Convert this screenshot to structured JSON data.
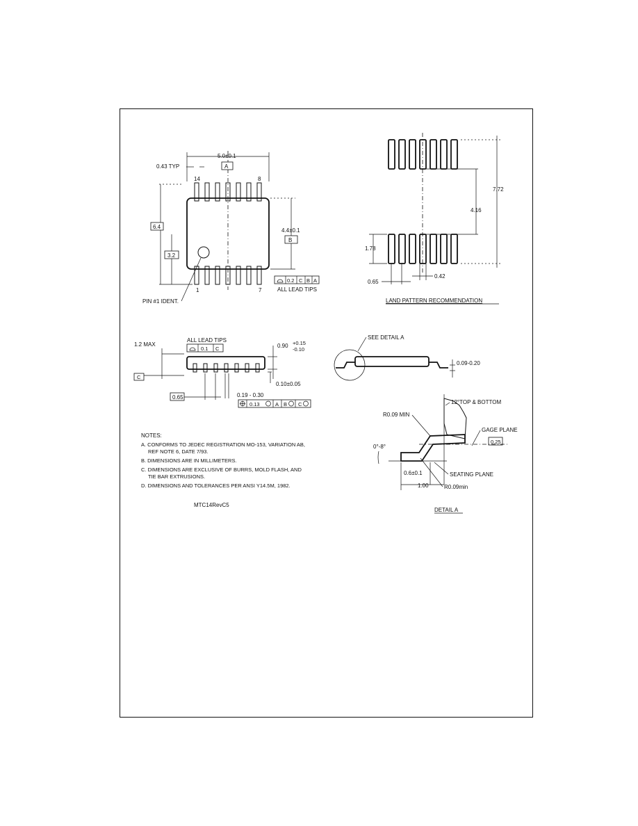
{
  "top_view": {
    "width_dim": "5.0±0.1",
    "datum_a": "A",
    "lead_width": "0.43 TYP",
    "pin_14": "14",
    "pin_8": "8",
    "pin_1": "1",
    "pin_7": "7",
    "overall_width": "6.4",
    "half_width": "3.2",
    "body_width": "4.4±0.1",
    "datum_b": "B",
    "flatness_tol": "0.2",
    "flatness_refs": [
      "C",
      "B",
      "A"
    ],
    "all_lead_tips": "ALL LEAD TIPS",
    "pin1_ident": "PIN #1 IDENT."
  },
  "land_pattern": {
    "dim_7_72": "7.72",
    "dim_4_16": "4.16",
    "dim_1_78": "1.78",
    "dim_0_65": "0.65",
    "dim_0_42": "0.42",
    "caption": "LAND PATTERN RECOMMENDATION"
  },
  "side_view": {
    "max_height": "1.2 MAX",
    "all_lead_tips": "ALL LEAD TIPS",
    "coplanarity": "0.1",
    "coplanarity_ref": "C",
    "body_thickness": "0.90",
    "body_tol_plus": "+0.15",
    "body_tol_minus": "-0.10",
    "datum_c": "C",
    "standoff": "0.10±0.05",
    "pitch": "0.65",
    "lead_width": "0.19 - 0.30",
    "position_tol": "0.13",
    "position_refs": [
      "A",
      "B",
      "C"
    ]
  },
  "end_view": {
    "see_detail": "SEE DETAIL A",
    "lead_thickness": "0.09-0.20"
  },
  "detail_a": {
    "top_note": "12°TOP & BOTTOM",
    "r_min": "R0.09 MIN",
    "gage_plane": "GAGE PLANE",
    "gage_dim": "0.25",
    "angle": "0°-8°",
    "foot_length": "0.6±0.1",
    "footprint": "1.00",
    "seating_plane": "SEATING PLANE",
    "r_min_2": "R0.09min",
    "caption": "DETAIL A"
  },
  "notes": {
    "heading": "NOTES:",
    "a1": "A. CONFORMS TO JEDEC REGISTRATION MO-153, VARIATION AB,",
    "a2": "REF NOTE 6, DATE 7/93.",
    "b": "B. DIMENSIONS ARE IN MILLIMETERS.",
    "c1": "C. DIMENSIONS ARE EXCLUSIVE OF BURRS, MOLD FLASH, AND",
    "c2": "TIE BAR EXTRUSIONS.",
    "d": "D. DIMENSIONS AND TOLERANCES PER ANSI Y14.5M, 1982."
  },
  "drawing_id": "MTC14RevC5"
}
